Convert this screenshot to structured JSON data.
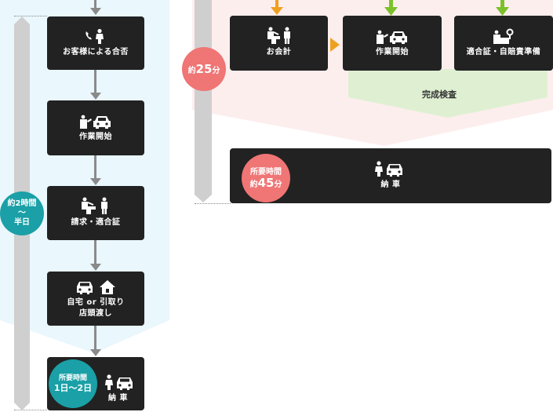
{
  "left_flow": {
    "duration_badge": {
      "line1": "約2時間",
      "line2": "〜",
      "line3": "半日"
    },
    "steps": [
      {
        "label": "お客様による合否"
      },
      {
        "label": "作業開始"
      },
      {
        "label": "請求・適合証"
      },
      {
        "label_line1": "自宅 or 引取り",
        "label_line2": "店頭渡し"
      }
    ],
    "final": {
      "required_label": "所要時間",
      "required_value": "1日〜2日",
      "label": "納 車"
    }
  },
  "right_flow": {
    "duration_badge": {
      "prefix": "約",
      "value": "25",
      "unit": "分"
    },
    "steps": [
      {
        "label": "お会計"
      },
      {
        "label": "作業開始"
      },
      {
        "label": "適合証・自賠責準備"
      }
    ],
    "inspection_label": "完成検査",
    "final": {
      "required_label": "所要時間",
      "prefix": "約",
      "value": "45",
      "unit": "分",
      "label": "納 車"
    }
  },
  "colors": {
    "box": "#222222",
    "teal": "#1aa0a6",
    "coral": "#f07575",
    "orange_arrow": "#f0a020",
    "green_arrow": "#7cc12a",
    "left_bg": "#eaf7fd",
    "right_bg": "#fdeeee",
    "inspection_bg": "#dff0d2"
  }
}
